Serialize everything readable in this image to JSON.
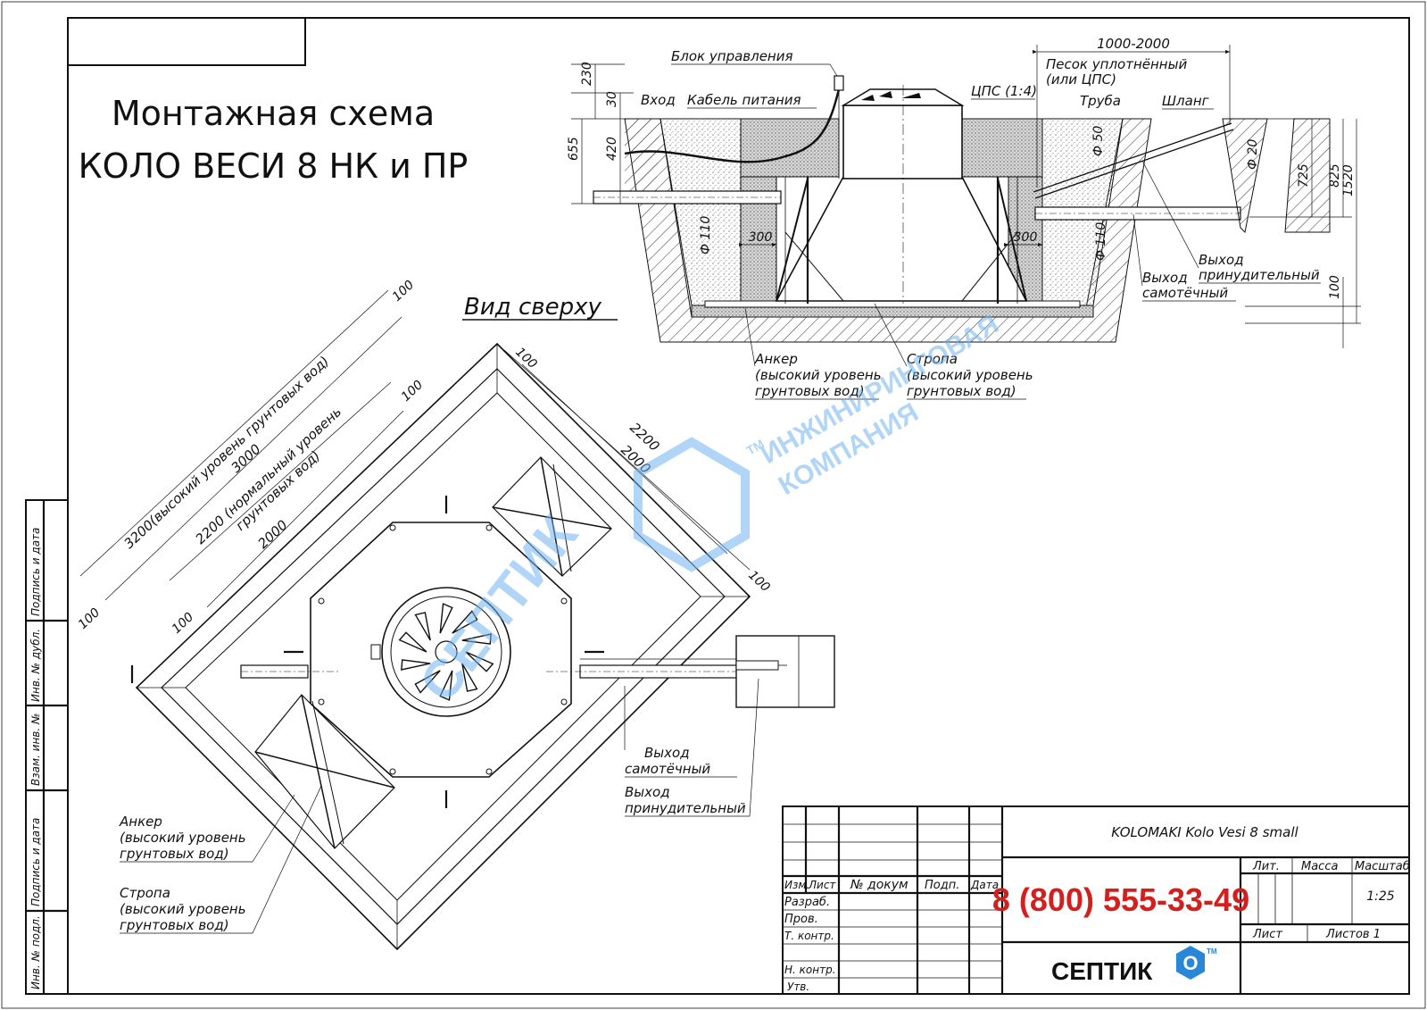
{
  "title": {
    "line1": "Монтажная схема",
    "line2": "КОЛО ВЕСИ 8 НК и ПР"
  },
  "section": {
    "control_unit": "Блок управления",
    "inlet": "Вход",
    "power_cable": "Кабель питания",
    "cps": "ЦПС (1:4)",
    "sand": "Песок уплотнённый",
    "sand_alt": "(или ЦПС)",
    "pipe": "Труба",
    "hose": "Шланг",
    "d50": "Ф 50",
    "d20": "Ф 20",
    "d110_left": "Ф 110",
    "d110_right": "Ф 110",
    "out_forced_l1": "Выход",
    "out_forced_l2": "принудительный",
    "out_gravity_l1": "Выход",
    "out_gravity_l2": "самотёчный",
    "anchor_l1": "Анкер",
    "anchor_l2": "(высокий уровень",
    "anchor_l3": "грунтовых вод)",
    "strap_l1": "Стропа",
    "strap_l2": "(высокий уровень",
    "strap_l3": "грунтовых вод)",
    "dims": {
      "d1000_2000": "1000-2000",
      "d230": "230",
      "d30": "30",
      "d655": "655",
      "d420": "420",
      "d300_left": "300",
      "d300_right": "300",
      "d725": "725",
      "d825": "825",
      "d1520": "1520",
      "d100": "100"
    }
  },
  "plan": {
    "title": "Вид сверху",
    "dims": {
      "d3200": "3200(высокий уровень грунтовых вод)",
      "d3000": "3000",
      "d2200n_l1": "2200 (нормальный уровень",
      "d2200n_l2": "грунтовых вод)",
      "d2000": "2000",
      "d100_a": "100",
      "d100_b": "100",
      "d100_c": "100",
      "d100_d": "100",
      "d100_e": "100",
      "d100_f": "100",
      "d2200": "2200",
      "d2000_r": "2000"
    },
    "out_gravity_l1": "Выход",
    "out_gravity_l2": "самотёчный",
    "out_forced_l1": "Выход",
    "out_forced_l2": "принудительный",
    "anchor_l1": "Анкер",
    "anchor_l2": "(высокий уровень",
    "anchor_l3": "грунтовых вод)",
    "strap_l1": "Стропа",
    "strap_l2": "(высокий уровень",
    "strap_l3": "грунтовых вод)"
  },
  "side_stamp": [
    "Подпись и дата",
    "Инв. № дубл.",
    "Взам. инв. №",
    "Подпись и дата",
    "Инв. № подл."
  ],
  "titleblock": {
    "product": "KOLOMAKI Kolo Vesi 8 small",
    "phone": "8 (800) 555-33-49",
    "col_izm": "Изм.",
    "col_list": "Лист",
    "col_doc": "№ докум",
    "col_sign": "Подп.",
    "col_date": "Дата",
    "razrab": "Разраб.",
    "prov": "Пров.",
    "tkontr": "Т. контр.",
    "nkontr": "Н. контр.",
    "utv": "Утв.",
    "lit": "Лит.",
    "massa": "Масса",
    "masshtab": "Масштаб",
    "scale": "1:25",
    "list": "Лист",
    "listov": "Листов 1",
    "logo_text": "СЕПТИК",
    "logo_o": "О",
    "logo_tm": "ТМ"
  },
  "watermark": {
    "text1": "СЕПТИК",
    "text2": "ИНЖИНИРИНГОВАЯ",
    "text3": "КОМПАНИЯ",
    "tm": "ТМ"
  },
  "colors": {
    "phone_red": "#d41f1f",
    "logo_blue": "#2a86d6",
    "watermark": "#6fb3ee"
  }
}
